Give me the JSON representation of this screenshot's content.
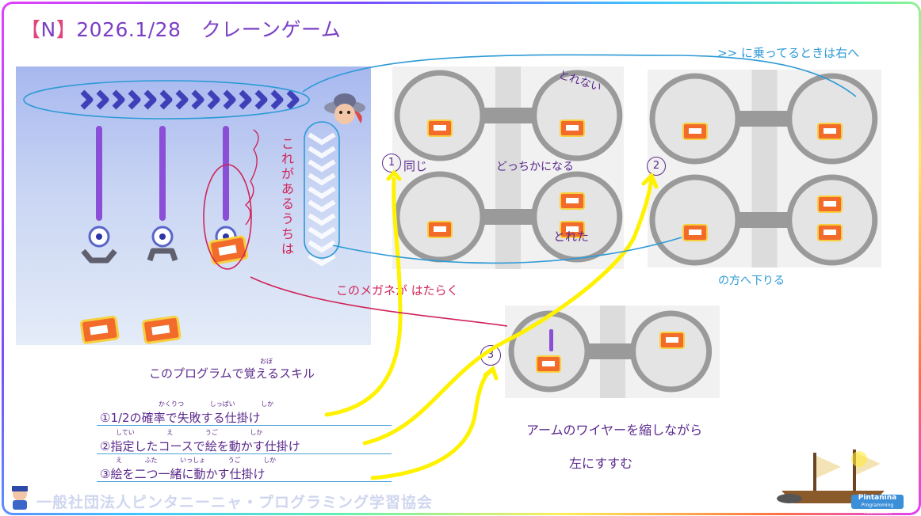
{
  "title": {
    "bracket_open": "【",
    "tag": "N",
    "bracket_close": "】",
    "date": "2026.1/28",
    "name": "クレーンゲーム"
  },
  "panel_notes": {
    "vertical": [
      "こ",
      "れ",
      "が",
      "あ",
      "る",
      "う",
      "ち",
      "は"
    ],
    "arrow_works": "このメガネが はたらく"
  },
  "annotations": {
    "step1_label": "1",
    "same": "同じ",
    "cant_take": "とれない",
    "which": "どっちかになる",
    "took": "とれた",
    "step2_label": "2",
    "ride_right": ">> に乗ってるときは右へ",
    "go_down": "の方へ下りる",
    "step3_label": "3",
    "shrink_wire": "アームのワイヤーを縮しながら",
    "go_left": "左にすすむ"
  },
  "skills": {
    "heading": "このプログラムで覚えるスキル",
    "heading_ruby": "おぼ",
    "items": [
      {
        "text": "①1/2の確率で失敗する仕掛け",
        "ruby": [
          "かくりつ",
          "しっぱい",
          "しか"
        ]
      },
      {
        "text": "②指定したコースで絵を動かす仕掛け",
        "ruby": [
          "してい",
          "え",
          "うご",
          "しか"
        ]
      },
      {
        "text": "③絵を二つ一緒に動かす仕掛け",
        "ruby": [
          "え",
          "ふた",
          "いっしょ",
          "うご",
          "しか"
        ]
      }
    ]
  },
  "footer": {
    "org": "一般社団法人ピンタニーニャ・プログラミング学習協会"
  },
  "logo": {
    "name": "Pintanina",
    "sub": "Programming Association"
  },
  "colors": {
    "title": "#7b3fc4",
    "ink": "#5b2a8c",
    "highlight": "#ffee00",
    "blue_line": "#2d9ad6",
    "red_line": "#d0245a"
  }
}
